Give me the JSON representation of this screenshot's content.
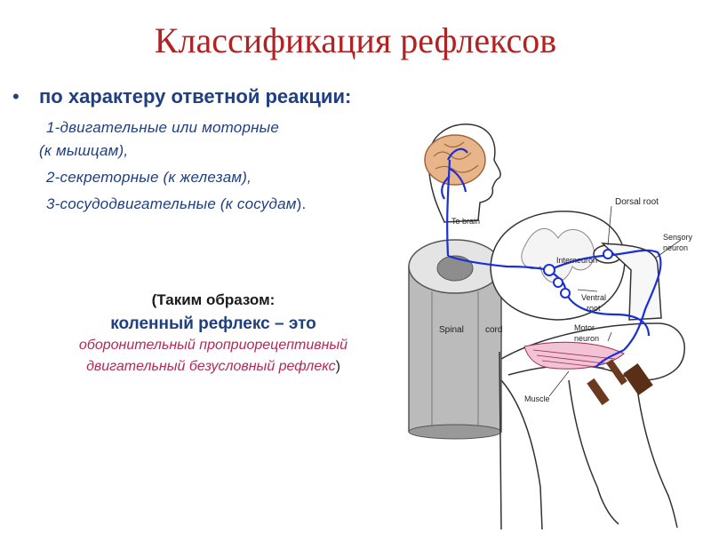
{
  "title": "Классификация рефлексов",
  "bullet_symbol": "•",
  "heading": "по характеру ответной реакции:",
  "items": [
    {
      "text": "1-двигательные или моторные"
    },
    {
      "text": "(к мышцам),"
    },
    {
      "text": "2-секреторные (к железам),"
    },
    {
      "text": "3-сосудодвигательные (к сосудам",
      "tail": ")."
    }
  ],
  "summary": {
    "line1": "(Таким образом:",
    "line2": "коленный рефлекс – это",
    "line3": "оборонительный проприорецептивный",
    "line4": "двигательный безусловный рефлекс",
    "line4_tail": ")"
  },
  "diagram_labels": {
    "dorsal_root": "Dorsal root",
    "sensory_neuron_1": "Sensory",
    "sensory_neuron_2": "neuron",
    "to_brain": "To brain",
    "interneuron": "Interneuron",
    "ventral_root_1": "Ventral",
    "ventral_root_2": "root",
    "motor_neuron_1": "Motor",
    "motor_neuron_2": "neuron",
    "spinal": "Spinal",
    "cord": "cord",
    "muscle": "Muscle"
  },
  "colors": {
    "title": "#b22222",
    "text_blue": "#1f3f7f",
    "pink": "#b22a55",
    "nerve": "#1a2fd6",
    "brain": "#e8b48a"
  }
}
